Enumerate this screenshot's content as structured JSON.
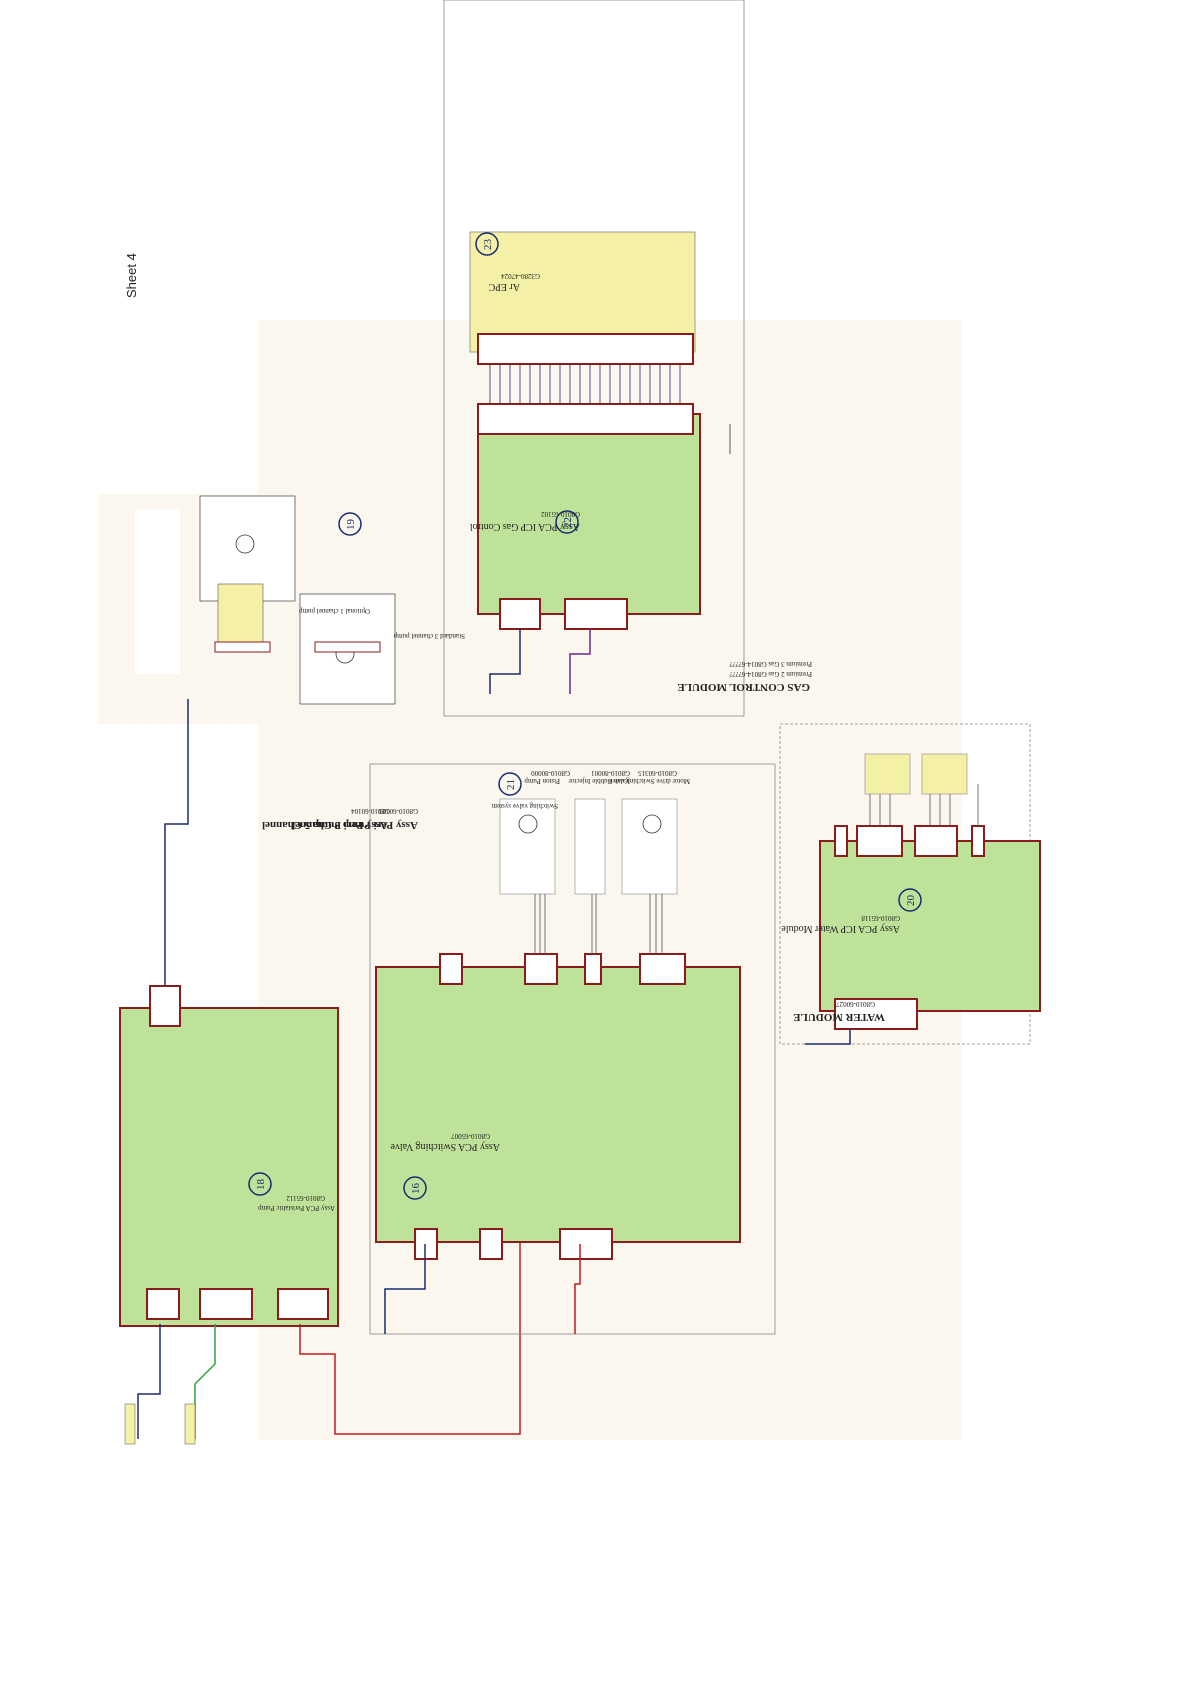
{
  "sheet_label": "Sheet 4",
  "colors": {
    "board_fill": "#bfe29a",
    "board_border": "#8b1c1c",
    "yellow": "#f4f1a6",
    "wire_blue": "#1b2d6e",
    "wire_red": "#c21b1b",
    "wire_green": "#2ea33a",
    "wire_purple": "#6b2a8a",
    "background_panel": "#fbf6ee"
  },
  "peri_pump": {
    "board_title": "Assy PCA Peristaltic Pump",
    "board_part": "G8010-65112",
    "number": "18",
    "title1": "Assy Peri Pump 5 Channel",
    "part1": "G8010-60104",
    "title2": "Assy Peri Pump 3 Channel",
    "part2": "G8010-60103",
    "optional_pump": "Optional 1 channel pump",
    "standard_pump": "Standard 3 channel pump",
    "number2": "19"
  },
  "switching_valve": {
    "title": "Assy PCA Switching Valve",
    "part": "G8010-65007",
    "number": "16",
    "system_label": "Switching valve system",
    "piston_pump": "Piston Pump",
    "piston_part": "G8010-80000",
    "valve_injector": "Valve Bubble Injector",
    "valve_part": "G8010-80001",
    "motor_valve": "Motor drive Switching valve",
    "motor_part": "G8010-60315",
    "number2": "21"
  },
  "gas_control": {
    "board_title": "Assy PCA ICP Gas Control",
    "board_part": "G8010-65102",
    "number": "22",
    "module_title": "GAS CONTROL MODULE",
    "premium2": "Premium 2 Gas  G8014-6????",
    "premium3": "Premium 3 Gas  G8014-6????",
    "epc_title": "Ar EPC",
    "epc_part": "G3280-47024",
    "number2": "23"
  },
  "water": {
    "board_title": "Assy PCA ICP Water Module",
    "board_part": "G8010-65118",
    "number": "20",
    "module_title": "WATER MODULE",
    "module_part": "G8010-60027"
  }
}
